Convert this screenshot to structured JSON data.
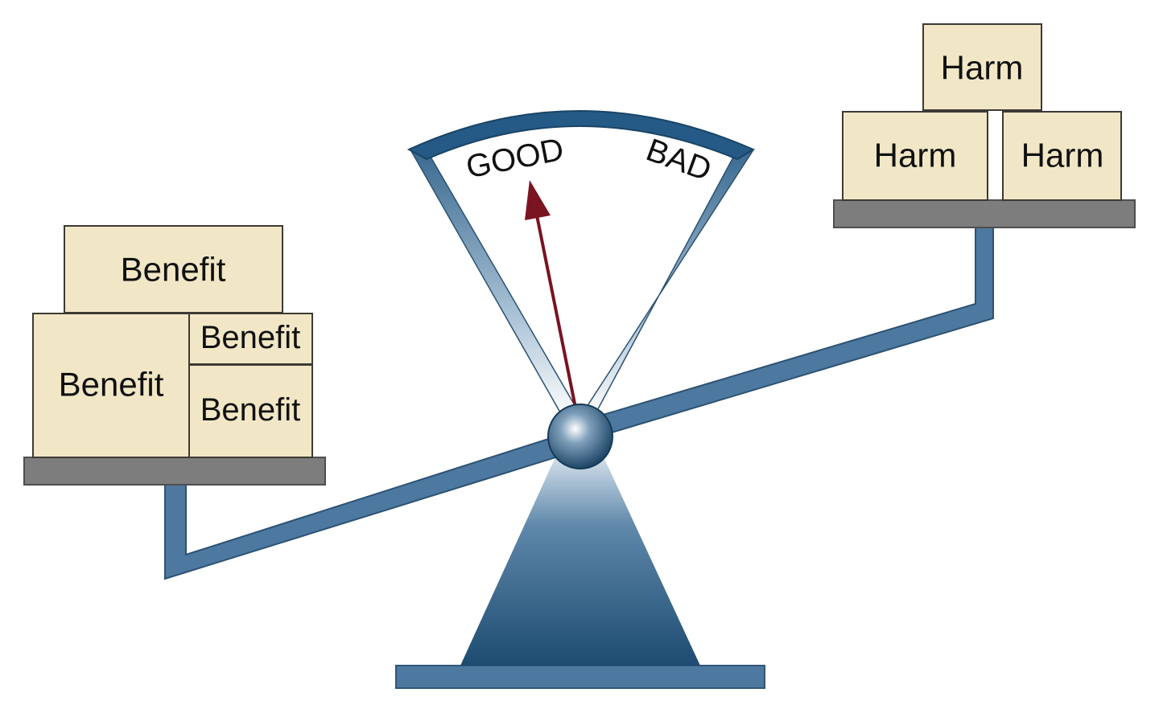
{
  "gauge": {
    "good_label": "GOOD",
    "bad_label": "BAD"
  },
  "left_pan": {
    "boxes": [
      "Benefit",
      "Benefit",
      "Benefit",
      "Benefit"
    ]
  },
  "right_pan": {
    "boxes": [
      "Harm",
      "Harm",
      "Harm"
    ]
  },
  "colors": {
    "scale_blue": "#245a85",
    "box_fill": "#f1e7c6",
    "tray_gray": "#7d7d7d",
    "needle": "#7a1420"
  }
}
